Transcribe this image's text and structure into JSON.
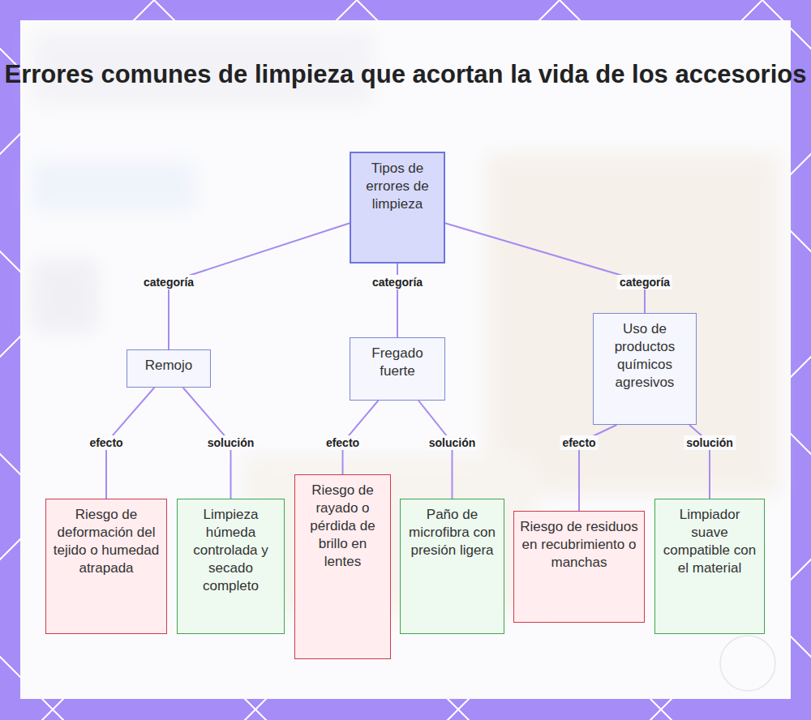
{
  "diagram": {
    "title": "Errores comunes de limpieza que acortan la vida de los accesorios",
    "nodes": [
      {
        "text": [
          "Tipos de errores de limpieza"
        ]
      },
      {
        "text": [
          "Remojo"
        ]
      },
      {
        "text": [
          "Fregado fuerte"
        ]
      },
      {
        "text": [
          "Uso de productos químicos agresivos"
        ]
      },
      {
        "text": [
          "Riesgo de deformación del tejido o humedad atrapada"
        ]
      },
      {
        "text": [
          "Limpieza húmeda controlada y secado completo"
        ]
      },
      {
        "text": [
          "Riesgo de rayado o pérdida de brillo en lentes"
        ]
      },
      {
        "text": [
          "Paño de microfibra con presión ligera"
        ]
      },
      {
        "text": [
          "Riesgo de residuos en recubrimiento o manchas"
        ]
      },
      {
        "text": [
          "Limpiador suave compatible con el material"
        ]
      }
    ],
    "edges": [
      {
        "from": 0,
        "to": 1,
        "label": "categoría",
        "arrow": "none"
      },
      {
        "from": 0,
        "to": 2,
        "label": "categoría",
        "arrow": "none"
      },
      {
        "from": 0,
        "to": 3,
        "label": "categoría",
        "arrow": "none"
      },
      {
        "from": 1,
        "to": 4,
        "label": "efecto",
        "arrow": "none"
      },
      {
        "from": 1,
        "to": 5,
        "label": "solución",
        "arrow": "none"
      },
      {
        "from": 2,
        "to": 6,
        "label": "efecto",
        "arrow": "none"
      },
      {
        "from": 2,
        "to": 7,
        "label": "solución",
        "arrow": "none"
      },
      {
        "from": 3,
        "to": 8,
        "label": "efecto",
        "arrow": "none"
      },
      {
        "from": 3,
        "to": 9,
        "label": "solución",
        "arrow": "none"
      }
    ]
  }
}
